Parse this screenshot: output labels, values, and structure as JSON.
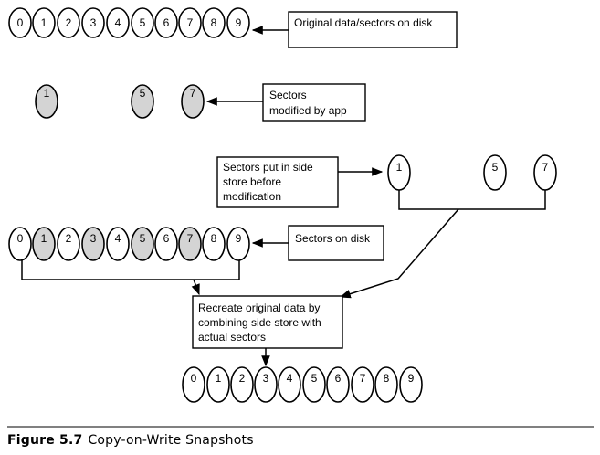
{
  "labels": {
    "original": "Original data/sectors on disk",
    "modified": [
      "Sectors",
      "modified by app"
    ],
    "side_store": [
      "Sectors put in side",
      "store before",
      "modification"
    ],
    "on_disk": "Sectors on disk",
    "recreate": [
      "Recreate original data by",
      "combining side store with",
      "actual sectors"
    ]
  },
  "rows": {
    "original_cells": [
      "0",
      "1",
      "2",
      "3",
      "4",
      "5",
      "6",
      "7",
      "8",
      "9"
    ],
    "modified_cells": [
      "1",
      "5",
      "7"
    ],
    "side_store_cells": [
      "1",
      "5",
      "7"
    ],
    "disk_cells": [
      "0",
      "1",
      "2",
      "3",
      "4",
      "5",
      "6",
      "7",
      "8",
      "9"
    ],
    "disk_shaded": [
      "1",
      "3",
      "5",
      "7"
    ],
    "result_cells": [
      "0",
      "1",
      "2",
      "3",
      "4",
      "5",
      "6",
      "7",
      "8",
      "9"
    ]
  },
  "caption": {
    "figure": "Figure 5.7",
    "title": "Copy-on-Write Snapshots"
  }
}
